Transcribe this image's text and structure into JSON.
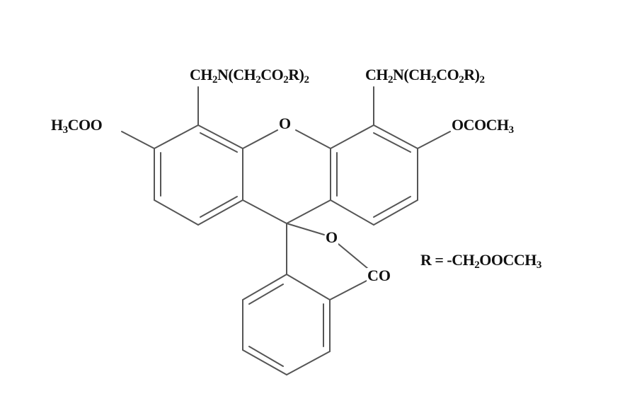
{
  "diagram": {
    "type": "chemical-structure",
    "labels": {
      "sub_left_top": {
        "main": "CH",
        "s1": "2",
        "mid": "N(CH",
        "s2": "2",
        "mid2": "CO",
        "s3": "2",
        "tail": "R)",
        "s4": "2"
      },
      "sub_right_top": {
        "main": "CH",
        "s1": "2",
        "mid": "N(CH",
        "s2": "2",
        "mid2": "CO",
        "s3": "2",
        "tail": "R)",
        "s4": "2"
      },
      "sub_left": {
        "pre": "H",
        "s1": "3",
        "post": "COO"
      },
      "sub_right": {
        "pre": "OCOCH",
        "s1": "3"
      },
      "ring_oxygen": "O",
      "lactone_oxygen": "O",
      "carbonyl": "CO",
      "r_definition": {
        "pre": "R = -CH",
        "s1": "2",
        "post": "OOCCH",
        "s2": "3"
      }
    },
    "colors": {
      "bond": "#555555",
      "text": "#111111",
      "background": "#ffffff"
    }
  }
}
